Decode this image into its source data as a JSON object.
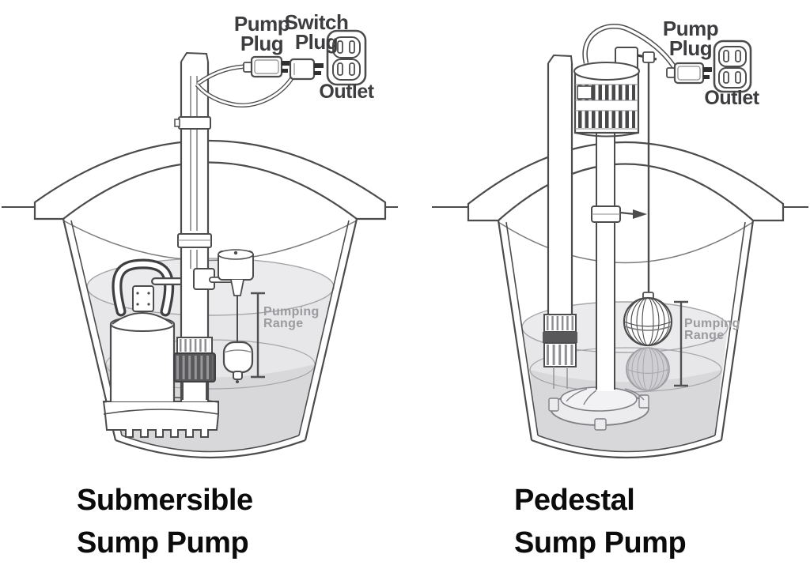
{
  "page": {
    "background": "#ffffff"
  },
  "colors": {
    "line": "#4c4c4c",
    "water_light": "#e7e7e9",
    "water_deep": "#d8d8db",
    "label_text": "#3d3d40",
    "range_text": "#9b9b9f",
    "caption_text": "#0b0b0b"
  },
  "icons": {
    "outlet": "duplex-outlet-icon",
    "pump_plug": "two-prong-plug-icon",
    "switch_plug": "piggyback-plug-icon",
    "pumping_range": "vertical-range-bar-icon"
  },
  "left_panel": {
    "labels": {
      "pump_plug": {
        "line1": "Pump",
        "line2": "Plug"
      },
      "switch_plug": {
        "line1": "Switch",
        "line2": "Plug"
      },
      "outlet": "Outlet",
      "pumping_range": {
        "line1": "Pumping",
        "line2": "Range"
      }
    },
    "caption": {
      "line1": "Submersible",
      "line2": "Sump Pump"
    }
  },
  "right_panel": {
    "labels": {
      "pump_plug": {
        "line1": "Pump",
        "line2": "Plug"
      },
      "outlet": "Outlet",
      "pumping_range": {
        "line1": "Pumping",
        "line2": "Range"
      }
    },
    "caption": {
      "line1": "Pedestal",
      "line2": "Sump Pump"
    }
  }
}
